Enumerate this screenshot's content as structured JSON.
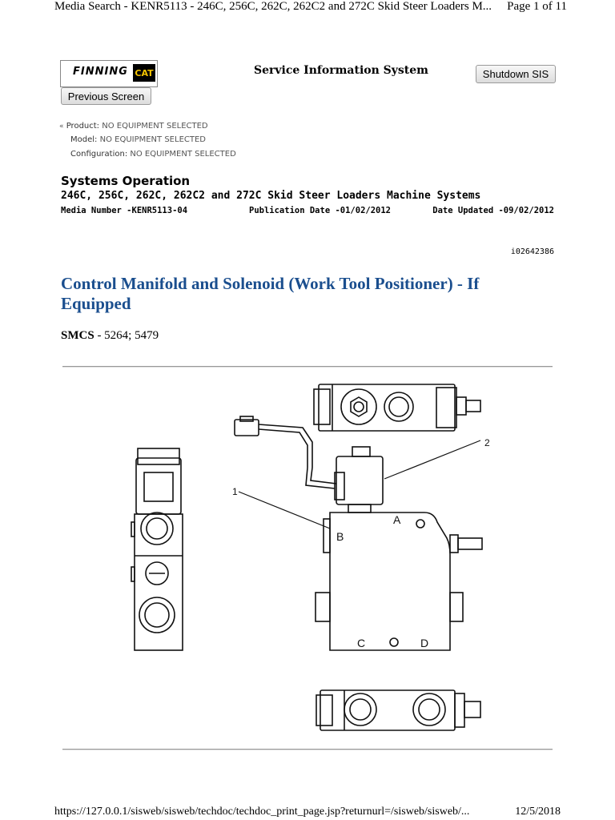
{
  "print_header": {
    "title": "Media Search - KENR5113 - 246C, 256C, 262C, 262C2 and 272C Skid Steer Loaders M...",
    "page": "Page 1 of 11"
  },
  "logo": {
    "brand": "FINNING",
    "cat": "CAT"
  },
  "header": {
    "title": "Service Information System",
    "shutdown_label": "Shutdown SIS",
    "previous_label": "Previous Screen"
  },
  "equipment": {
    "product_label": "Product:",
    "product_value": "NO EQUIPMENT SELECTED",
    "model_label": "Model:",
    "model_value": "NO EQUIPMENT SELECTED",
    "config_label": "Configuration:",
    "config_value": "NO EQUIPMENT SELECTED"
  },
  "doc": {
    "section": "Systems Operation",
    "machine": "246C, 256C, 262C, 262C2 and 272C Skid Steer Loaders Machine Systems",
    "media_number": "Media Number -KENR5113-04",
    "publication_date": "Publication Date -01/02/2012",
    "date_updated": "Date Updated -09/02/2012",
    "doc_id": "i02642386",
    "title": "Control Manifold and Solenoid (Work Tool Positioner) - If Equipped",
    "smcs_label": "SMCS",
    "smcs_value": " - 5264; 5479"
  },
  "figure": {
    "callout_1": "1",
    "callout_2": "2",
    "port_a": "A",
    "port_b": "B",
    "port_c": "C",
    "port_d": "D"
  },
  "footer": {
    "url": "https://127.0.0.1/sisweb/sisweb/techdoc/techdoc_print_page.jsp?returnurl=/sisweb/sisweb/...",
    "date": "12/5/2018"
  }
}
